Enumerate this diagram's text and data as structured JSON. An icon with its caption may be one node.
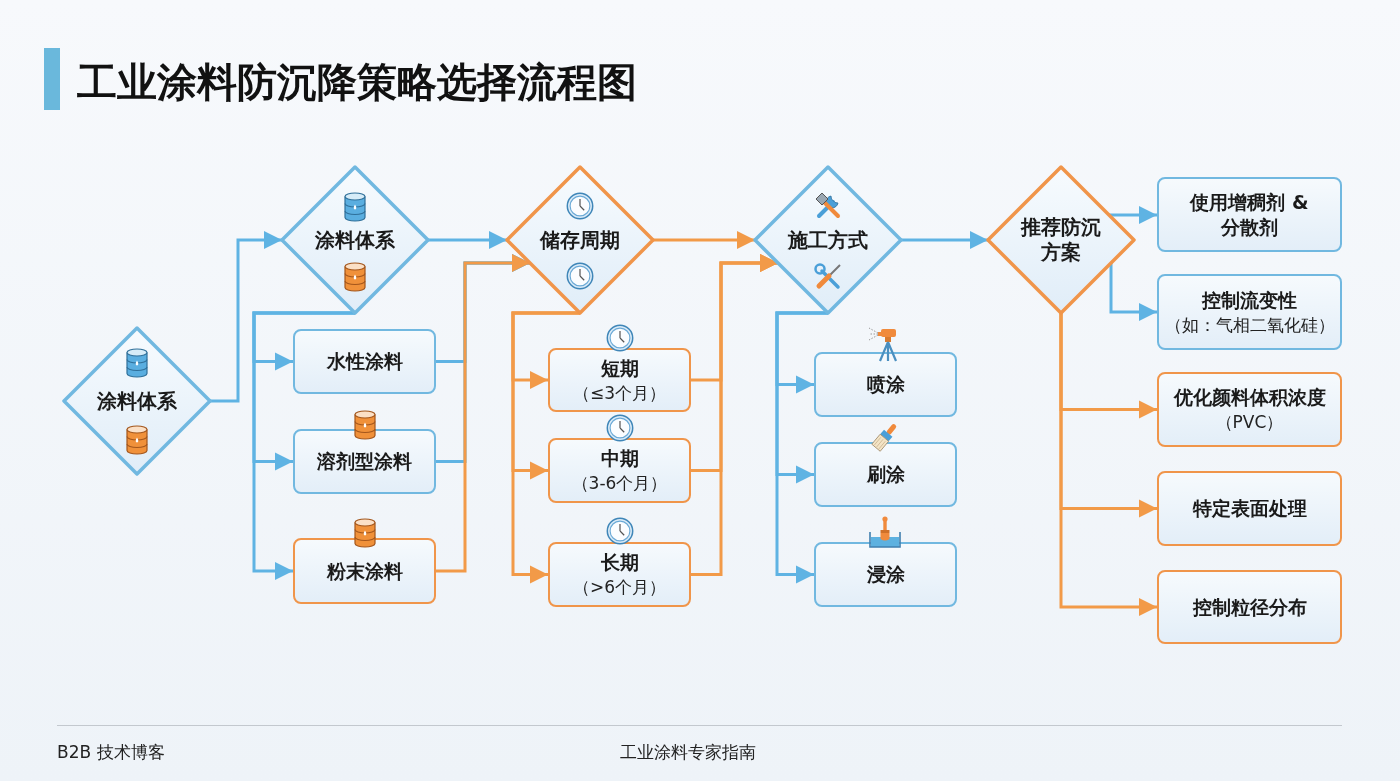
{
  "diagram": {
    "title": "工业涂料防沉降策略选择流程图",
    "nodes": [
      {
        "text": [
          "涂料体系"
        ]
      },
      {
        "text": [
          "涂料体系"
        ]
      },
      {
        "text": [
          "水性涂料"
        ]
      },
      {
        "text": [
          "溶剂型涂料"
        ]
      },
      {
        "text": [
          "粉末涂料"
        ]
      },
      {
        "text": [
          "储存周期"
        ]
      },
      {
        "text": [
          "短期",
          "（≤3个月）"
        ]
      },
      {
        "text": [
          "中期",
          "（3-6个月）"
        ]
      },
      {
        "text": [
          "长期",
          "（>6个月）"
        ]
      },
      {
        "text": [
          "施工方式"
        ]
      },
      {
        "text": [
          "喷涂"
        ]
      },
      {
        "text": [
          "刷涂"
        ]
      },
      {
        "text": [
          "浸涂"
        ]
      },
      {
        "text": [
          "推荐防沉方案"
        ]
      },
      {
        "text": [
          "使用增稠剂 & 分散剂"
        ]
      },
      {
        "text": [
          "控制流变性",
          "（如：气相二氧化硅）"
        ]
      },
      {
        "text": [
          "优化颜料体积浓度",
          "（PVC）"
        ]
      },
      {
        "text": [
          "特定表面处理"
        ]
      },
      {
        "text": [
          "控制粒径分布"
        ]
      }
    ],
    "edges": [
      {
        "from": 0,
        "to": 1,
        "arrow": "to"
      },
      {
        "from": 1,
        "to": 2,
        "arrow": "to"
      },
      {
        "from": 1,
        "to": 3,
        "arrow": "to"
      },
      {
        "from": 1,
        "to": 4,
        "arrow": "to"
      },
      {
        "from": 1,
        "to": 5,
        "arrow": "to"
      },
      {
        "from": 2,
        "to": 5,
        "arrow": "to"
      },
      {
        "from": 3,
        "to": 5,
        "arrow": "to"
      },
      {
        "from": 4,
        "to": 5,
        "arrow": "to",
        "color": "#f29a48"
      },
      {
        "from": 5,
        "to": 6,
        "arrow": "to",
        "color": "#f29a48"
      },
      {
        "from": 5,
        "to": 7,
        "arrow": "to",
        "color": "#f29a48"
      },
      {
        "from": 5,
        "to": 8,
        "arrow": "to",
        "color": "#f29a48"
      },
      {
        "from": 5,
        "to": 9,
        "arrow": "to",
        "color": "#f29a48"
      },
      {
        "from": 6,
        "to": 9,
        "arrow": "to",
        "color": "#f29a48"
      },
      {
        "from": 7,
        "to": 9,
        "arrow": "to",
        "color": "#f29a48"
      },
      {
        "from": 8,
        "to": 9,
        "arrow": "to",
        "color": "#f29a48"
      },
      {
        "from": 9,
        "to": 10,
        "arrow": "to"
      },
      {
        "from": 9,
        "to": 11,
        "arrow": "to"
      },
      {
        "from": 9,
        "to": 12,
        "arrow": "to"
      },
      {
        "from": 9,
        "to": 13,
        "arrow": "to"
      },
      {
        "from": 13,
        "to": 14,
        "arrow": "to"
      },
      {
        "from": 13,
        "to": 15,
        "arrow": "to"
      },
      {
        "from": 13,
        "to": 16,
        "arrow": "to",
        "color": "#f29a48"
      },
      {
        "from": 13,
        "to": 17,
        "arrow": "to",
        "color": "#f29a48"
      },
      {
        "from": 13,
        "to": 18,
        "arrow": "to",
        "color": "#f29a48"
      }
    ],
    "labels": [
      "B2B 技术博客",
      "工业涂料专家指南"
    ]
  }
}
